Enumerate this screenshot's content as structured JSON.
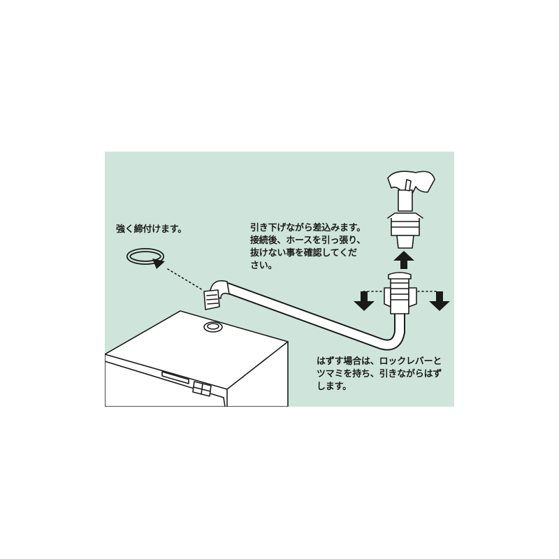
{
  "captions": {
    "tighten": "強く締付けます。",
    "insert_lines": [
      "引き下げながら差込みます。",
      "接続後、ホースを引っ張り、",
      "抜けない事を確認してくだ",
      "さい。"
    ],
    "remove_lines": [
      "はずす場合は、ロックレバーと",
      "ツマミを持ち、引きながらはず",
      "します。"
    ]
  },
  "colors": {
    "panel_background": "#cfe5dc",
    "line": "#1a1a1a",
    "fill": "#ffffff"
  },
  "icons": [
    "rotate-clockwise-icon",
    "arrow-up-icon",
    "arrow-down-icon"
  ]
}
